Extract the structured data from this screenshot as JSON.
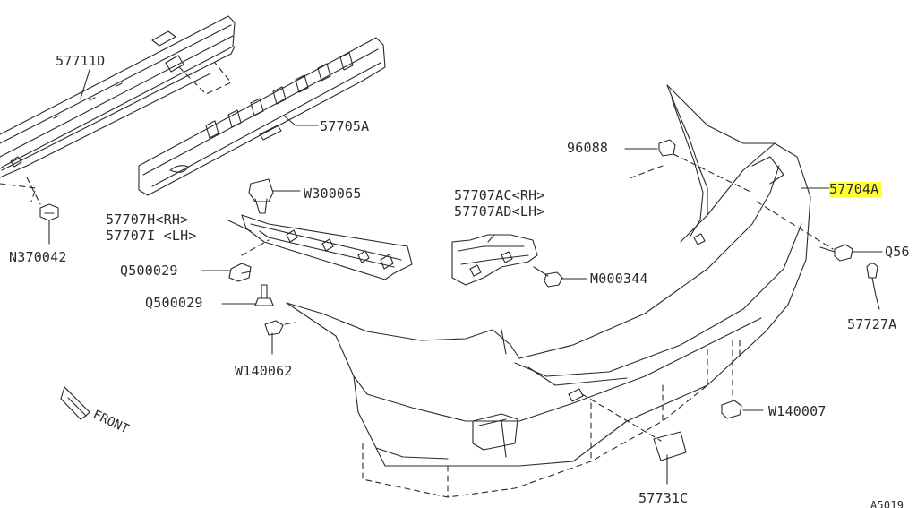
{
  "labels": {
    "p57711d": "57711D",
    "p57705a": "57705A",
    "p96088": "96088",
    "p57704a": "57704A",
    "pw300065": "W300065",
    "p57707h": "57707H<RH>",
    "p57707i": "57707I <LH>",
    "p57707ac": "57707AC<RH>",
    "p57707ad": "57707AD<LH>",
    "pn370042": "N370042",
    "pq500029a": "Q500029",
    "pq500029b": "Q500029",
    "pm000344": "M000344",
    "pq56": "Q56",
    "p57727a": "57727A",
    "pw140062": "W140062",
    "pw140007": "W140007",
    "p57731c": "57731C",
    "front": "FRONT",
    "corner_code": "A5019"
  },
  "highlight_color": "#ffff33",
  "line_color": "#2a2a2a"
}
